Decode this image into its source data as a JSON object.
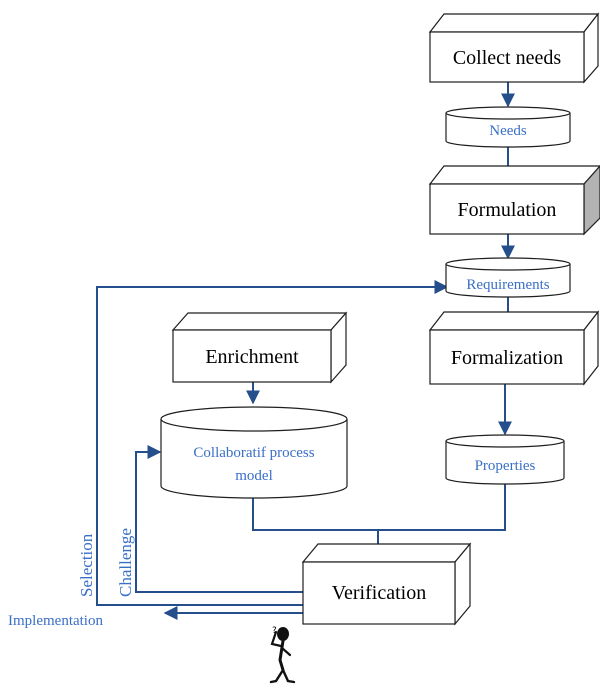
{
  "colors": {
    "arrow": "#244f8c",
    "db_text": "#3a6fc7",
    "box_text": "#000000",
    "outline": "#1f1f1f",
    "shaded_side": "#b3b3b3"
  },
  "boxes": {
    "collect_needs": "Collect needs",
    "formulation": "Formulation",
    "formalization": "Formalization",
    "enrichment": "Enrichment",
    "verification": "Verification"
  },
  "datastores": {
    "needs": "Needs",
    "requirements": "Requirements",
    "properties": "Properties",
    "collaborative_model_line1": "Collaboratif process",
    "collaborative_model_line2": "model"
  },
  "loops": {
    "selection": "Selection",
    "challenge": "Challenge",
    "implementation": "Implementation"
  },
  "icons": {
    "actor": "thinking-person-icon"
  }
}
